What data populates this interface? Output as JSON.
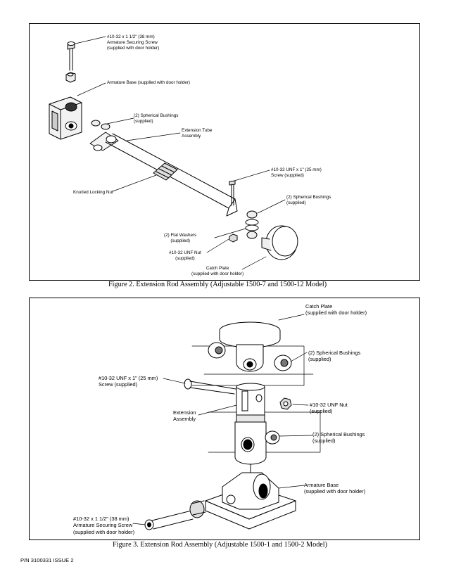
{
  "figure2": {
    "caption": "Figure 2.  Extension Rod Assembly (Adjustable 1500-7 and 1500-12 Model)",
    "labels": {
      "armature_screw": [
        "#10-32 x 1 1/2\" (38 mm)",
        "Armature Securing Screw",
        "(supplied with door holder)"
      ],
      "armature_base": [
        "Armature Base (supplied with door holder)"
      ],
      "spherical_bushings_top": [
        "(2) Spherical Bushings",
        "(supplied)"
      ],
      "extension_tube": [
        "Extension Tube",
        "Assembly"
      ],
      "knurled_nut": [
        "Knurled Locking Nut"
      ],
      "screw_1in": [
        "#10-32 UNF x 1\" (25 mm)",
        "Screw (supplied)"
      ],
      "spherical_bushings_right": [
        "(2) Spherical Bushings",
        "(supplied)"
      ],
      "flat_washers": [
        "(2) Flat Washers",
        "(supplied)"
      ],
      "unf_nut": [
        "#10-32 UNF Nut",
        "(supplied)"
      ],
      "catch_plate": [
        "Catch Plate",
        "(supplied with door holder)"
      ]
    }
  },
  "figure3": {
    "caption": "Figure 3.  Extension Rod Assembly (Adjustable 1500-1 and 1500-2 Model)",
    "labels": {
      "catch_plate": [
        "Catch Plate",
        "(supplied with door holder)"
      ],
      "spherical_bushings_top": [
        "(2) Spherical Bushings",
        "(supplied)"
      ],
      "screw_1in": [
        "#10-32 UNF x 1\" (25 mm)",
        "Screw (supplied)"
      ],
      "unf_nut": [
        "#10-32 UNF Nut",
        "(supplied)"
      ],
      "extension_assembly": [
        "Extension",
        "Assembly"
      ],
      "spherical_bushings_mid": [
        "(2) Spherical Bushings",
        "(supplied)"
      ],
      "armature_base": [
        "Armature Base",
        "(supplied with door holder)"
      ],
      "armature_screw": [
        "#10-32 x 1 1/2\" (38 mm)",
        "Armature Securing Screw",
        "(supplied with door holder)"
      ]
    }
  },
  "footer": {
    "part_number": "P/N 3100331  ISSUE 2"
  }
}
